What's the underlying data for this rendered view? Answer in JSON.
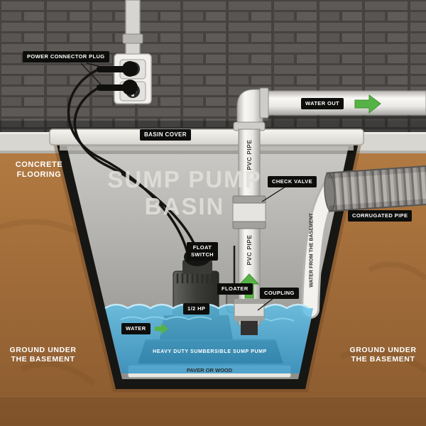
{
  "colors": {
    "accent_green": "#55b345",
    "water_blue": "#49b0e0",
    "ground_brown": "#a9713f",
    "label_bg": "#0d0d0b",
    "pipe_white": "#f4f3ef"
  },
  "labels": {
    "power_connector_plug": "POWER CONNECTOR PLUG",
    "basin_cover": "BASIN COVER",
    "concrete_flooring": "CONCRETE\nFLOORING",
    "sump_pump_basin": "SUMP PUMP\nBASIN",
    "water_out": "WATER OUT",
    "pvc_pipe_upper": "PVC PIPE",
    "pvc_pipe_lower": "PVC PIPE",
    "check_valve": "CHECK VALVE",
    "corrugated_pipe": "CORRUGATED PIPE",
    "water_from_basement": "WATER FROM THE BASEMENT",
    "float_switch": "FLOAT\nSWITCH",
    "floater": "FLOATER",
    "coupling": "COUPLING",
    "pump_power": "1/2 HP",
    "water": "WATER",
    "pump_caption": "HEAVY DUTY SUMBERSIBLE SUMP PUMP",
    "paver": "PAVER OR WOOD",
    "ground_left": "GROUND UNDER\nTHE BASEMENT",
    "ground_right": "GROUND UNDER\nTHE BASEMENT"
  }
}
